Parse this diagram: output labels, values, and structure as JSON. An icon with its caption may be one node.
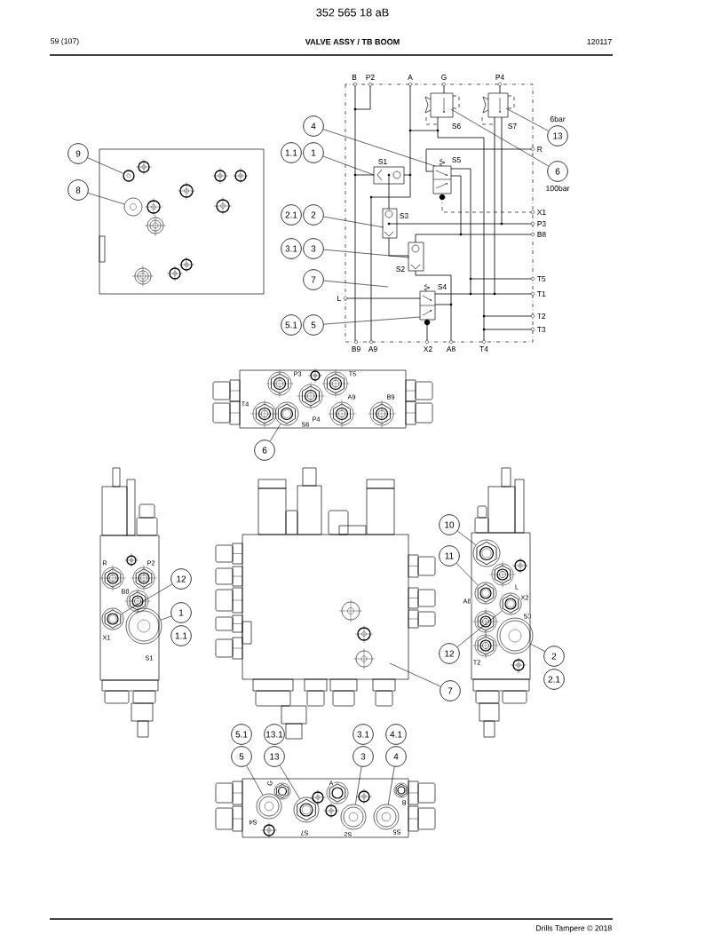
{
  "diagram": {
    "title": "VALVE ASSY / TB BOOM",
    "nodes": [
      {
        "text": [
          "4"
        ]
      },
      {
        "text": [
          "1.1"
        ]
      },
      {
        "text": [
          "1"
        ]
      },
      {
        "text": [
          "13"
        ],
        "beside": [
          "6bar"
        ]
      },
      {
        "text": [
          "6"
        ],
        "beside": [
          "100bar"
        ]
      },
      {
        "text": [
          "2.1"
        ]
      },
      {
        "text": [
          "2"
        ]
      },
      {
        "text": [
          "3.1"
        ]
      },
      {
        "text": [
          "3"
        ]
      },
      {
        "text": [
          "7"
        ]
      },
      {
        "text": [
          "5.1"
        ]
      },
      {
        "text": [
          "5"
        ]
      },
      {
        "text": [
          "9"
        ]
      },
      {
        "text": [
          "8"
        ]
      },
      {
        "text": [
          "6"
        ]
      },
      {
        "text": [
          "12"
        ]
      },
      {
        "text": [
          "1"
        ]
      },
      {
        "text": [
          "1.1"
        ]
      },
      {
        "text": [
          "10"
        ]
      },
      {
        "text": [
          "11"
        ]
      },
      {
        "text": [
          "12"
        ]
      },
      {
        "text": [
          "2"
        ]
      },
      {
        "text": [
          "2.1"
        ]
      },
      {
        "text": [
          "7"
        ]
      },
      {
        "text": [
          "5.1"
        ]
      },
      {
        "text": [
          "13.1"
        ]
      },
      {
        "text": [
          "3.1"
        ]
      },
      {
        "text": [
          "4.1"
        ]
      },
      {
        "text": [
          "5"
        ]
      },
      {
        "text": [
          "13"
        ]
      },
      {
        "text": [
          "3"
        ]
      },
      {
        "text": [
          "4"
        ]
      },
      {
        "text": [],
        "shape": "circle"
      },
      {
        "text": [],
        "shape": "circle"
      },
      {
        "text": [],
        "shape": "circle"
      },
      {
        "text": [],
        "shape": "circle"
      },
      {
        "text": [],
        "shape": "circle"
      },
      {
        "text": [],
        "shape": "circle"
      },
      {
        "text": [],
        "shape": "circle"
      },
      {
        "text": [],
        "shape": "circle"
      },
      {
        "text": [],
        "shape": "circle"
      },
      {
        "text": [],
        "shape": "circle"
      },
      {
        "text": [],
        "shape": "circle"
      },
      {
        "text": [],
        "shape": "circle"
      },
      {
        "text": [],
        "shape": "circle"
      }
    ],
    "edges": [
      {
        "from": 0,
        "to": null,
        "arrow": "none"
      },
      {
        "from": 2,
        "to": null,
        "arrow": "none"
      },
      {
        "from": 3,
        "to": null,
        "arrow": "none"
      },
      {
        "from": 4,
        "to": null,
        "arrow": "none"
      },
      {
        "from": 6,
        "to": null,
        "arrow": "none"
      },
      {
        "from": 8,
        "to": null,
        "arrow": "none"
      },
      {
        "from": 9,
        "to": null,
        "arrow": "none"
      },
      {
        "from": 11,
        "to": null,
        "arrow": "none"
      },
      {
        "from": 12,
        "to": 32,
        "arrow": "none"
      },
      {
        "from": 13,
        "to": 33,
        "arrow": "none"
      },
      {
        "from": 14,
        "to": 34,
        "arrow": "none"
      },
      {
        "from": 15,
        "to": 38,
        "arrow": "none"
      },
      {
        "from": 16,
        "to": 39,
        "arrow": "none"
      },
      {
        "from": 18,
        "to": 35,
        "arrow": "none"
      },
      {
        "from": 19,
        "to": 36,
        "arrow": "none"
      },
      {
        "from": 20,
        "to": 37,
        "arrow": "none"
      },
      {
        "from": 21,
        "to": 40,
        "arrow": "none"
      },
      {
        "from": 23,
        "to": null,
        "arrow": "none"
      },
      {
        "from": 28,
        "to": 41,
        "arrow": "none"
      },
      {
        "from": 29,
        "to": 42,
        "arrow": "none"
      },
      {
        "from": 30,
        "to": 43,
        "arrow": "none"
      },
      {
        "from": 31,
        "to": 44,
        "arrow": "none"
      }
    ],
    "labels": [
      "352 565 18 aB",
      "59 (107)",
      "120117",
      "B",
      "P2",
      "A",
      "G",
      "P4",
      "S6",
      "S7",
      "R",
      "S1",
      "S5",
      "X1",
      "P3",
      "B8",
      "S3",
      "S2",
      "T5",
      "S4",
      "T1",
      "L",
      "T2",
      "T3",
      "B9",
      "A9",
      "X2",
      "A8",
      "T4",
      "P3",
      "T5",
      "T4",
      "A9",
      "B9",
      "P4",
      "S6",
      "R",
      "P2",
      "B8",
      "X1",
      "S1",
      "A8",
      "L",
      "X2",
      "S3",
      "T2",
      "G",
      "A",
      "S4",
      "S7",
      "S2",
      "B",
      "S5",
      "Drills Tampere © 2018"
    ]
  }
}
